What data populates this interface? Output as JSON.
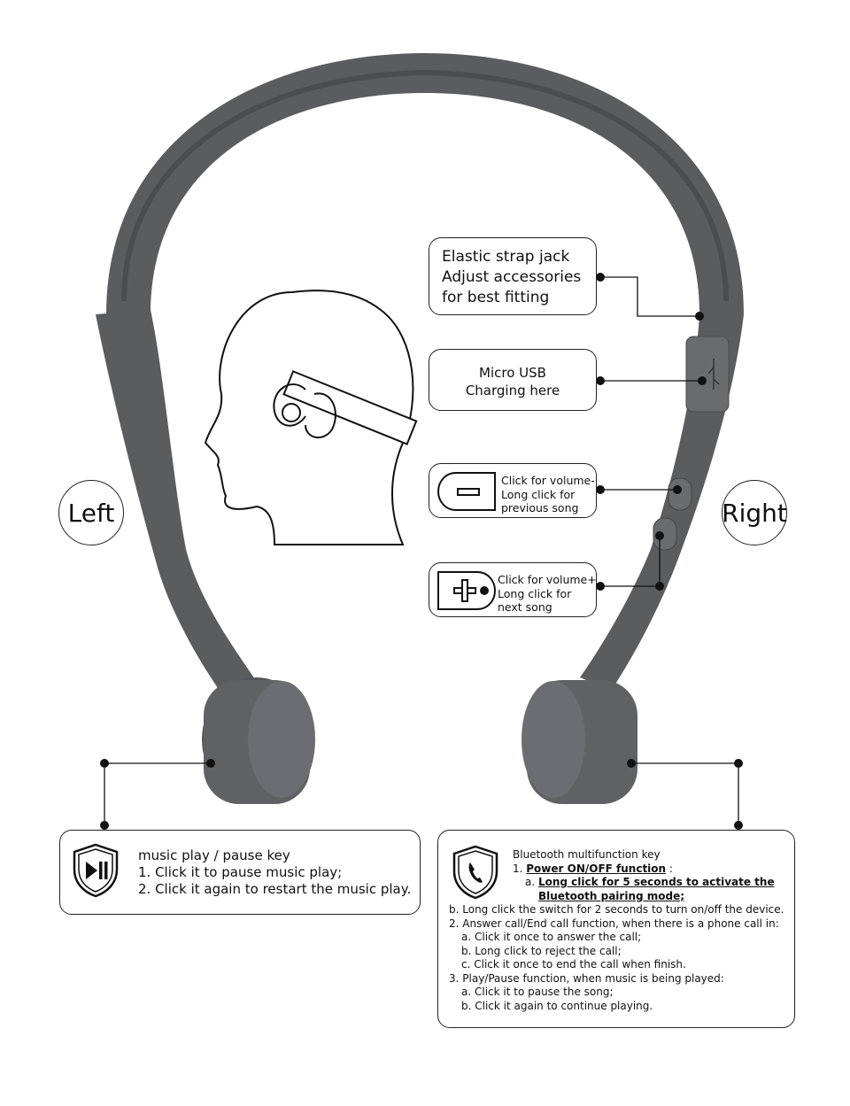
{
  "labels": {
    "left": "Left",
    "right": "Right"
  },
  "callouts": {
    "elastic": [
      "Elastic strap jack",
      "Adjust accessories",
      "for best fitting"
    ],
    "usb": [
      "Micro USB",
      "Charging here"
    ],
    "volume_down": [
      "Click for volume-",
      "Long click for",
      "previous song"
    ],
    "volume_up": [
      "Click for volume+",
      "Long click for",
      "next song"
    ]
  },
  "play_key": {
    "title": "music play / pause key",
    "lines": [
      "1. Click it to  pause music play;",
      "2. Click it again to restart  the music play."
    ]
  },
  "bt_key": {
    "title": "Bluetooth multifunction key",
    "power_prefix": "1. ",
    "power_label": "Power ON/OFF function",
    "power_suffix": " :",
    "power_a_prefix": "a. ",
    "power_a_1": "Long click for 5 seconds to activate the",
    "power_a_2": "Bluetooth pairing mode;",
    "lines": [
      "b. Long click the switch for 2 seconds to turn on/off the device.",
      "2. Answer call/End call function, when there is a phone call in:",
      "a. Click it once to answer the call;",
      "b. Long click to reject the call;",
      "c. Click it once to end the call when finish.",
      "3. Play/Pause function, when music is being played:",
      "a. Click it to pause the song;",
      "b. Click it again to continue playing."
    ]
  },
  "colors": {
    "band": "#5b5c5e",
    "band_dark": "#424345",
    "pad": "#606163",
    "line": "#111111"
  },
  "icons": [
    "play-pause-icon",
    "phone-icon",
    "minus-icon",
    "plus-icon",
    "usb-icon"
  ]
}
